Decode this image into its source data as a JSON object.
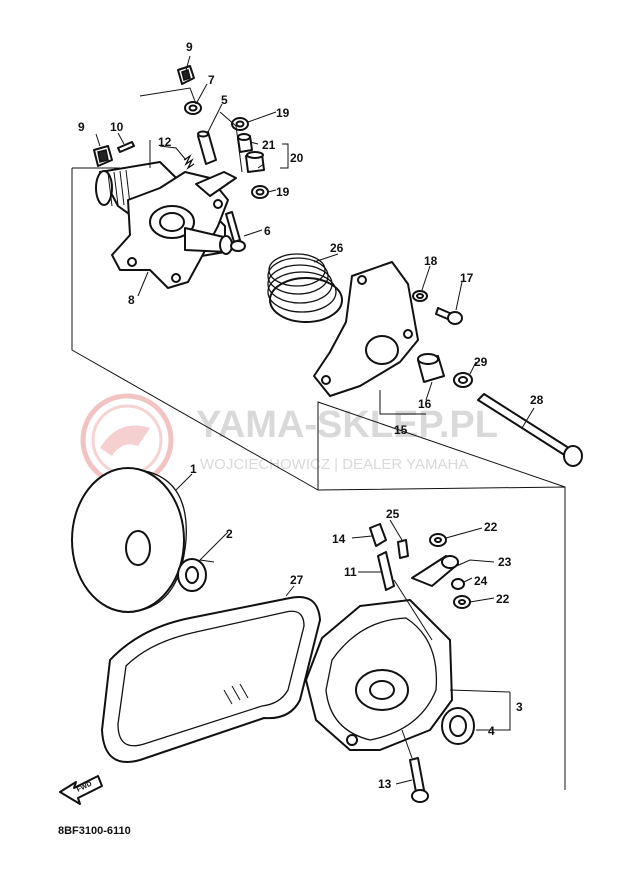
{
  "watermark": {
    "title": "YAMA-SKLEP.PL",
    "subtitle": "WOJCIECHOWICZ | DEALER YAMAHA"
  },
  "diagram_code": "8BF3100-6110",
  "fwd_label": "FWD",
  "callouts": {
    "p1": "1",
    "p2": "2",
    "p3": "3",
    "p4": "4",
    "p5": "5",
    "p6": "6",
    "p7": "7",
    "p8": "8",
    "p9a": "9",
    "p9b": "9",
    "p10": "10",
    "p11": "11",
    "p12": "12",
    "p13": "13",
    "p14": "14",
    "p15": "15",
    "p16": "16",
    "p17": "17",
    "p18": "18",
    "p19a": "19",
    "p19b": "19",
    "p20": "20",
    "p21": "21",
    "p22a": "22",
    "p22b": "22",
    "p23": "23",
    "p24": "24",
    "p25": "25",
    "p26": "26",
    "p27": "27",
    "p28": "28",
    "p29": "29"
  }
}
